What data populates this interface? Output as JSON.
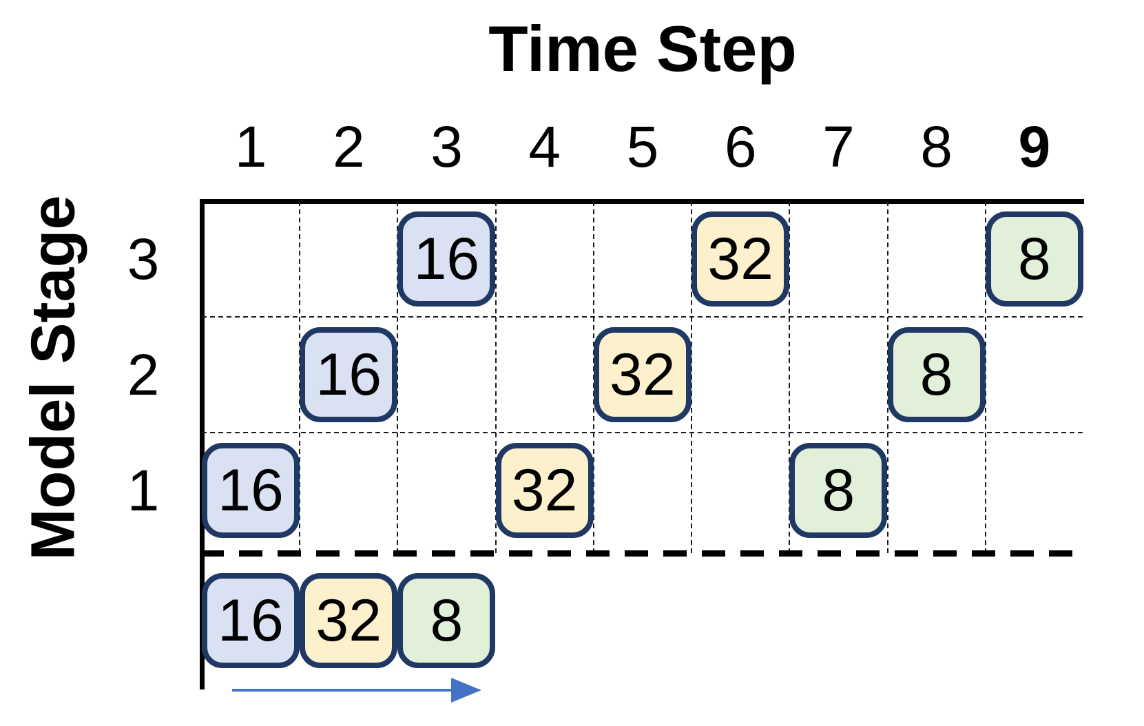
{
  "title": "Time Step",
  "x_axis": {
    "tick_labels": [
      "1",
      "2",
      "3",
      "4",
      "5",
      "6",
      "7",
      "8",
      "9"
    ],
    "emphasized_tick": "9"
  },
  "y_axis": {
    "label": "Model Stage",
    "tick_labels_top_to_bottom": [
      "3",
      "2",
      "1"
    ]
  },
  "colors": {
    "blue": "#d9e1f2",
    "yellow": "#fcf0cd",
    "green": "#e2efd9",
    "box_border": "#1f3864",
    "axis_line": "#000000",
    "grid_line": "#1b1b1b",
    "arrow": "#4472c4"
  },
  "chart_data": {
    "type": "table",
    "title": "Time Step",
    "xlabel": "Time Step",
    "ylabel": "Model Stage",
    "x_ticks": [
      1,
      2,
      3,
      4,
      5,
      6,
      7,
      8,
      9
    ],
    "y_ticks": [
      3,
      2,
      1
    ],
    "grid": "dashed",
    "legend_position": "none",
    "cells": [
      {
        "stage": 3,
        "time_step": 3,
        "value": "16",
        "color": "blue"
      },
      {
        "stage": 3,
        "time_step": 6,
        "value": "32",
        "color": "yellow"
      },
      {
        "stage": 3,
        "time_step": 9,
        "value": "8",
        "color": "green"
      },
      {
        "stage": 2,
        "time_step": 2,
        "value": "16",
        "color": "blue"
      },
      {
        "stage": 2,
        "time_step": 5,
        "value": "32",
        "color": "yellow"
      },
      {
        "stage": 2,
        "time_step": 8,
        "value": "8",
        "color": "green"
      },
      {
        "stage": 1,
        "time_step": 1,
        "value": "16",
        "color": "blue"
      },
      {
        "stage": 1,
        "time_step": 4,
        "value": "32",
        "color": "yellow"
      },
      {
        "stage": 1,
        "time_step": 7,
        "value": "8",
        "color": "green"
      }
    ],
    "summary_row_below_axis": {
      "cells": [
        {
          "time_step": 1,
          "value": "16",
          "color": "blue"
        },
        {
          "time_step": 2,
          "value": "32",
          "color": "yellow"
        },
        {
          "time_step": 3,
          "value": "8",
          "color": "green"
        }
      ]
    },
    "arrow": {
      "direction": "right"
    }
  }
}
